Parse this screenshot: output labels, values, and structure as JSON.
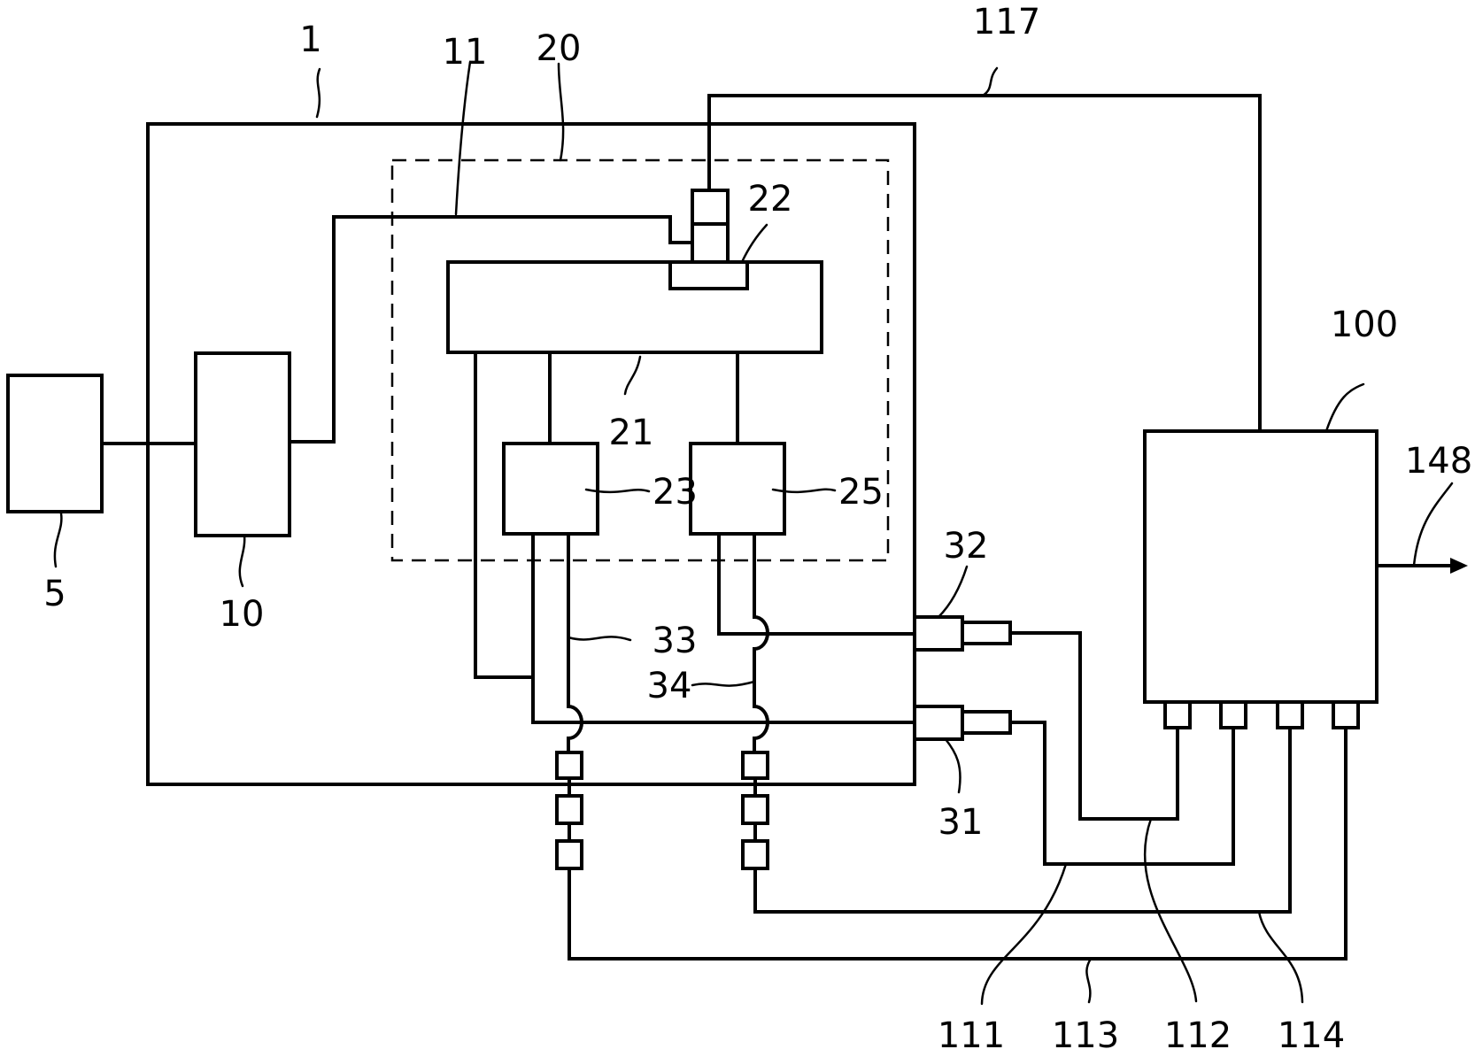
{
  "labels": {
    "ref_1": "1",
    "ref_5": "5",
    "ref_10": "10",
    "ref_11": "11",
    "ref_20": "20",
    "ref_21": "21",
    "ref_22": "22",
    "ref_23": "23",
    "ref_25": "25",
    "ref_31": "31",
    "ref_32": "32",
    "ref_33": "33",
    "ref_34": "34",
    "ref_100": "100",
    "ref_111": "111",
    "ref_112": "112",
    "ref_113": "113",
    "ref_114": "114",
    "ref_117": "117",
    "ref_148": "148"
  }
}
